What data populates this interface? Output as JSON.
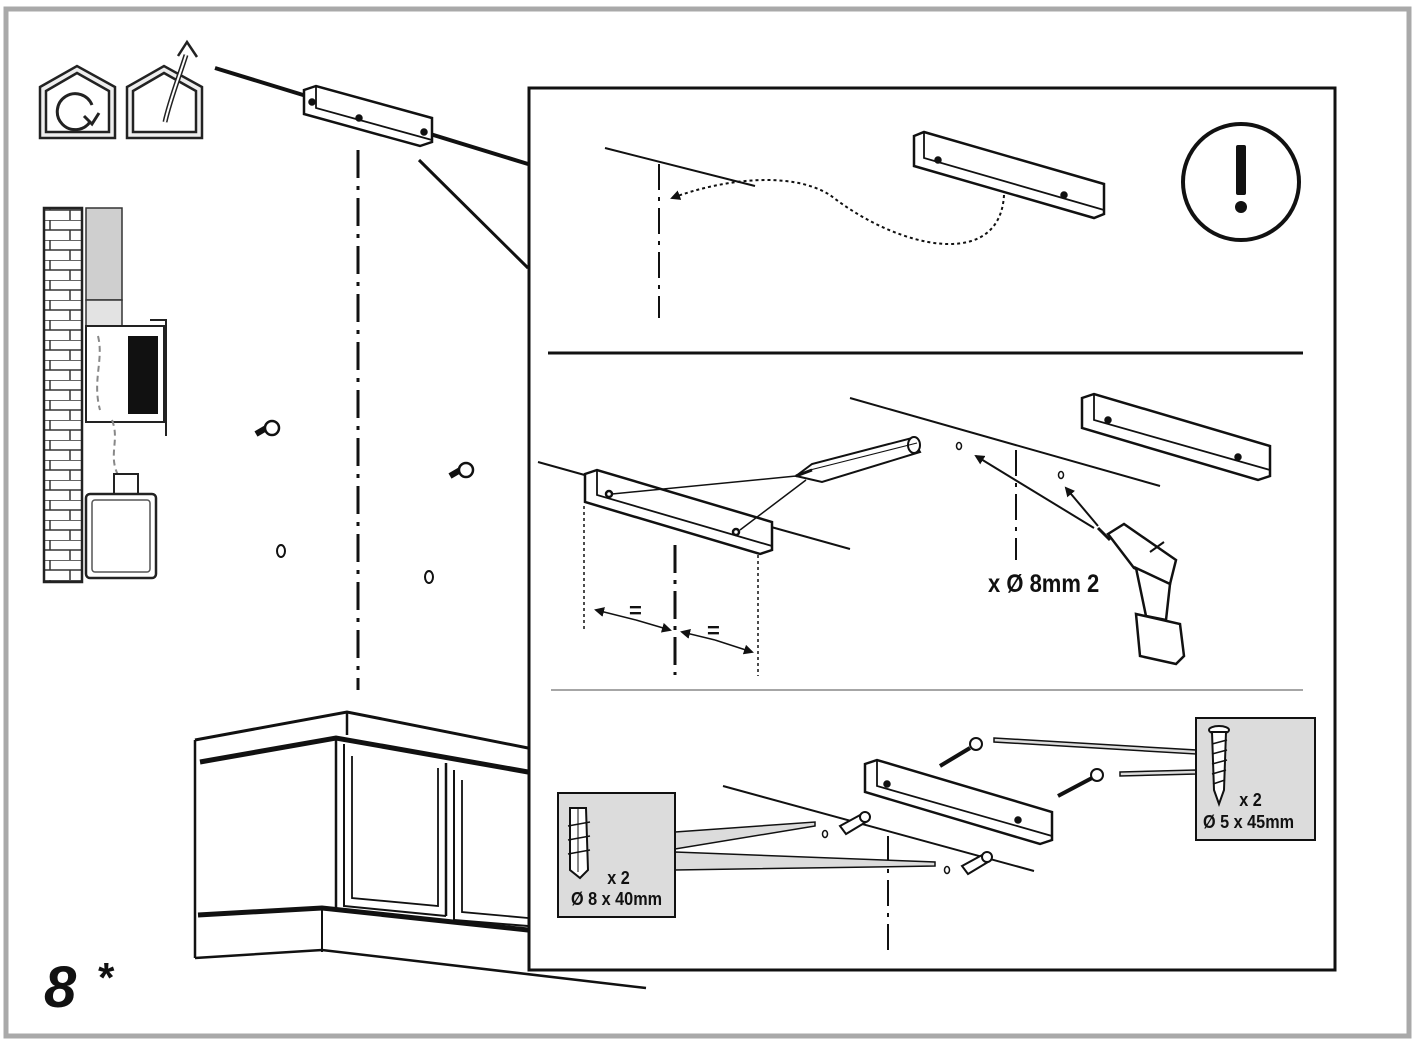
{
  "step": {
    "number": "8",
    "suffix": "*"
  },
  "icons": {
    "recirculation": "recirculation-mode-icon",
    "extraction": "extraction-mode-icon",
    "warning": "exclamation-warning-icon"
  },
  "panels": {
    "drill": {
      "label": "x Ø 8mm 2"
    },
    "measure": {
      "equal_left": "=",
      "equal_right": "="
    },
    "plugs": {
      "quantity": "x 2",
      "size": "Ø 8 x 40mm"
    },
    "screws": {
      "quantity": "x 2",
      "size": "Ø 5 x 45mm"
    }
  },
  "colors": {
    "frame": "#a9a9a9",
    "line": "#111111",
    "callout_fill": "#dcdcdc",
    "wall_fill": "#cfcfcf"
  }
}
